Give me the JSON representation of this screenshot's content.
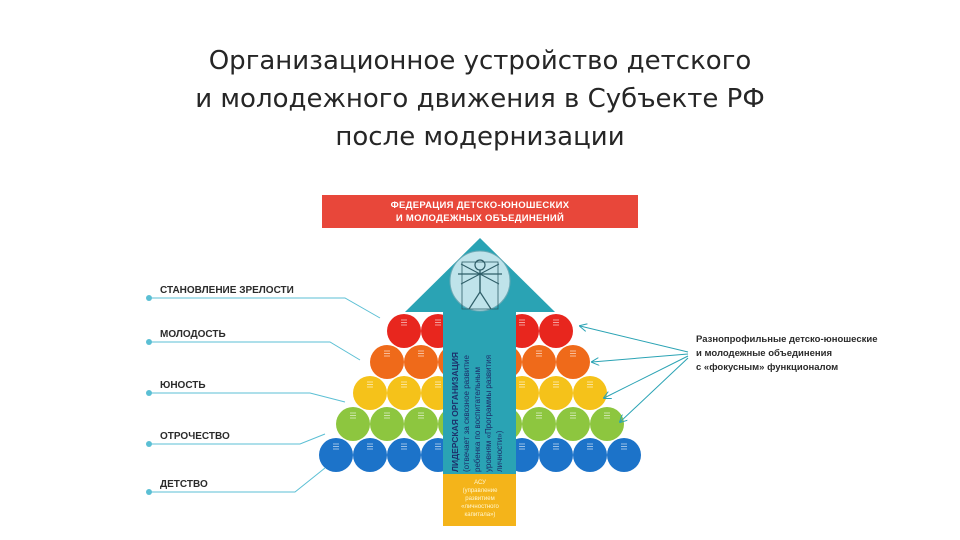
{
  "title": {
    "line1": "Организационное устройство детского",
    "line2": "и молодежного движения в Субъекте РФ",
    "line3": "после модернизации"
  },
  "federation": {
    "line1": "ФЕДЕРАЦИЯ ДЕТСКО-ЮНОШЕСКИХ",
    "line2": "И МОЛОДЕЖНЫХ ОБЪЕДИНЕНИЙ"
  },
  "stages": [
    {
      "label": "СТАНОВЛЕНИЕ ЗРЕЛОСТИ",
      "color": "#5bbfd4"
    },
    {
      "label": "МОЛОДОСТЬ",
      "color": "#e63b2e"
    },
    {
      "label": "ЮНОСТЬ",
      "color": "#f07b1e"
    },
    {
      "label": "ОТРОЧЕСТВО",
      "color": "#f5c618"
    },
    {
      "label": "ДЕТСТВО",
      "color": "#1e73c8"
    }
  ],
  "leader": {
    "line1": "ЛИДЕРСКАЯ ОРГАНИЗАЦИЯ",
    "line2": "(отвечает за сквозное развитие",
    "line3": "ребенка по воспитательным",
    "line4": "уровням «Программы развития",
    "line5": "личности»)"
  },
  "asu": {
    "line1": "АСУ",
    "line2": "(управление",
    "line3": "развитием",
    "line4": "«личностного",
    "line5": "капитала»)"
  },
  "right_note": {
    "line1": "Разнопрофильные детско-юношеские",
    "line2": "и молодежные объединения",
    "line3": "с «фокусным» функционалом"
  },
  "colors": {
    "federation": "#e8473a",
    "arrow": "#2aa3b4",
    "center_column": "#f4b41a",
    "row_red": "#e8261e",
    "row_orange": "#ef6a1a",
    "row_yellow": "#f5c21a",
    "row_green": "#8dc63f",
    "row_blue": "#1c73c9",
    "leader_text": "#1c2f6b"
  },
  "icons": {
    "vitruvian": "vitruvian-man-icon"
  }
}
